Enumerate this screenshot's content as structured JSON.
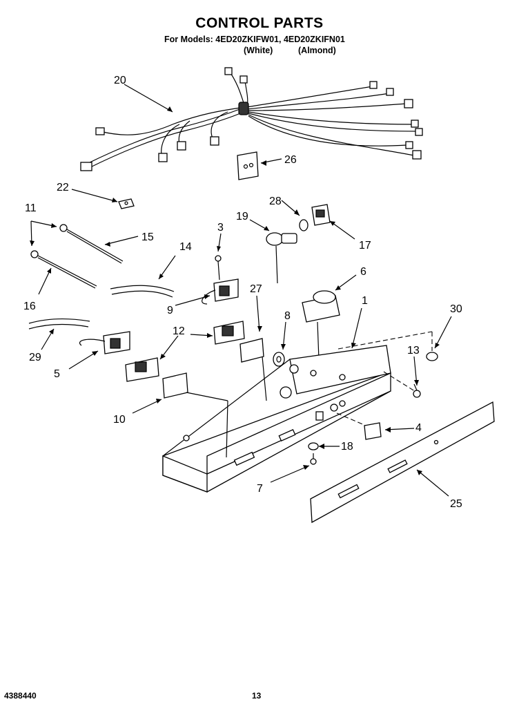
{
  "header": {
    "title": "CONTROL PARTS",
    "models": "For Models: 4ED20ZKIFW01, 4ED20ZKIFN01",
    "color_white": "(White)",
    "color_almond": "(Almond)"
  },
  "footer": {
    "doc_number": "4388440",
    "page_number": "13"
  },
  "callouts": {
    "c20": "20",
    "c26": "26",
    "c22": "22",
    "c11": "11",
    "c15": "15",
    "c3": "3",
    "c19": "19",
    "c28": "28",
    "c17": "17",
    "c16": "16",
    "c14": "14",
    "c6": "6",
    "c9": "9",
    "c27": "27",
    "c1": "1",
    "c30": "30",
    "c12": "12",
    "c8": "8",
    "c29": "29",
    "c13": "13",
    "c5": "5",
    "c10": "10",
    "c4": "4",
    "c18": "18",
    "c7": "7",
    "c25": "25"
  }
}
